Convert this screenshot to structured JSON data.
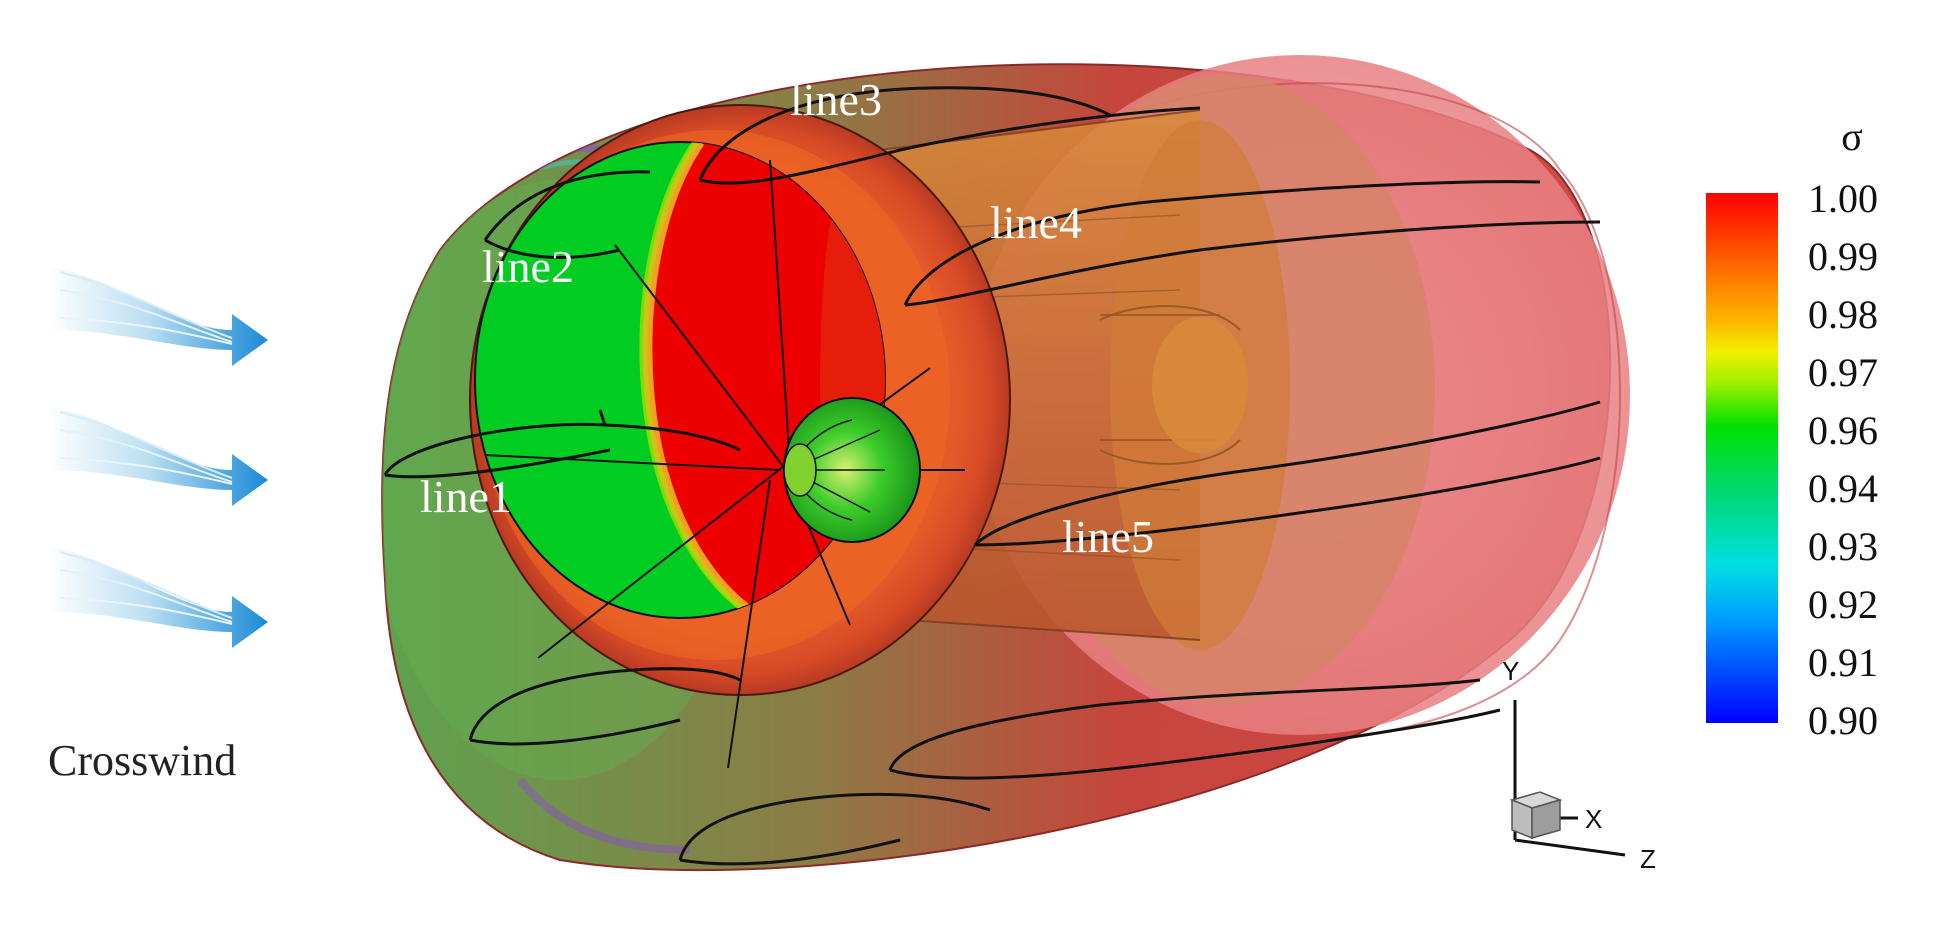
{
  "figure": {
    "inflow_label": "Crosswind",
    "line_labels": [
      "line1",
      "line2",
      "line3",
      "line4",
      "line5"
    ],
    "axes": {
      "y": "Y",
      "x": "X",
      "z": "Z"
    }
  },
  "colorbar": {
    "title": "σ",
    "ticks": [
      "1.00",
      "0.99",
      "0.98",
      "0.97",
      "0.96",
      "0.94",
      "0.93",
      "0.92",
      "0.91",
      "0.90"
    ],
    "gradient": [
      "#ff0000",
      "#ff6a00",
      "#ffd000",
      "#e6ff00",
      "#00e000",
      "#00d870",
      "#00e0d8",
      "#00c8ff",
      "#0060ff",
      "#0000ff"
    ]
  },
  "colors": {
    "nacelle_red": "#d63c3c",
    "nacelle_pink": "#ef8c8c",
    "fan_green": "#00cc22",
    "fan_red": "#ee0000",
    "arrow_blue": "#1a8ad6",
    "outline": "#111111"
  }
}
